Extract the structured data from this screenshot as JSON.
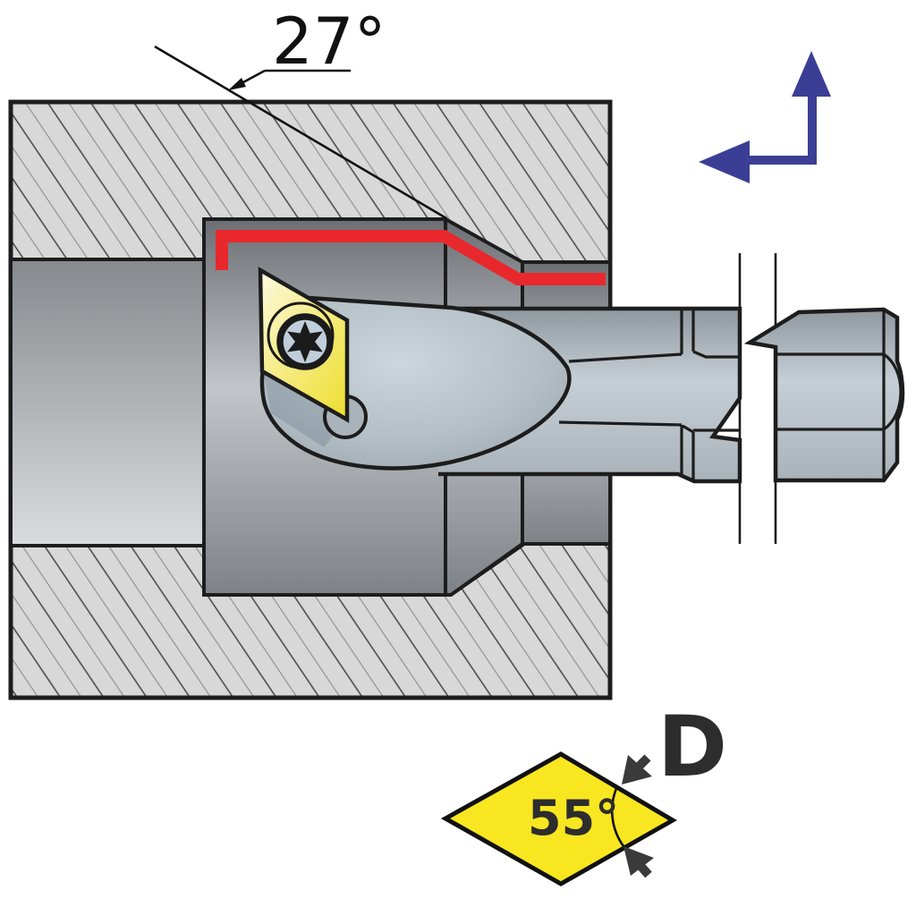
{
  "diagram": {
    "type": "technical-illustration",
    "subject": "Boring bar with screw-clamped 55-degree diamond (D) insert cutting an internal bore, with feed-direction arrows and insert shape detail",
    "annotations": {
      "chamfer_angle": "27°",
      "insert_point_angle": "55°",
      "insert_shape_code": "D"
    },
    "colors": {
      "cutting_path_red": "#e8282d",
      "insert_yellow_light": "#fcfae2",
      "insert_yellow_mid": "#f6ec85",
      "insert_yellow_deep": "#eee03a",
      "detail_diamond_yellow": "#f8e621",
      "feed_arrow_blue": "#3a3f95",
      "angle_arrow_dark": "#3a3a3a",
      "outline_black": "#1d1d1d"
    },
    "icons": {
      "feed_direction": "feed-direction-arrows",
      "screw": "torx-screw"
    }
  }
}
